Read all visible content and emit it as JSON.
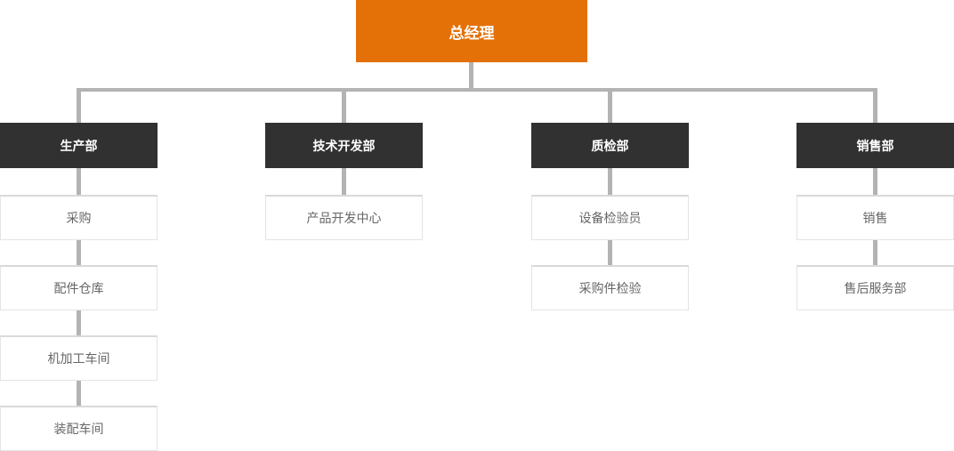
{
  "diagram": {
    "type": "org-chart",
    "colors": {
      "root_bg": "#e47108",
      "dept_bg": "#313131",
      "node_text_light": "#ffffff",
      "leaf_text": "#666666",
      "leaf_border": "#e4e4e4",
      "connector": "#b3b3b3"
    },
    "root": {
      "label": "总经理"
    },
    "columns": [
      {
        "dept": {
          "label": "生产部"
        },
        "children": [
          {
            "label": "采购"
          },
          {
            "label": "配件仓库"
          },
          {
            "label": "机加工车间"
          },
          {
            "label": "装配车间"
          }
        ]
      },
      {
        "dept": {
          "label": "技术开发部"
        },
        "children": [
          {
            "label": "产品开发中心"
          }
        ]
      },
      {
        "dept": {
          "label": "质检部"
        },
        "children": [
          {
            "label": "设备检验员"
          },
          {
            "label": "采购件检验"
          }
        ]
      },
      {
        "dept": {
          "label": "销售部"
        },
        "children": [
          {
            "label": "销售"
          },
          {
            "label": "售后服务部"
          }
        ]
      }
    ]
  }
}
